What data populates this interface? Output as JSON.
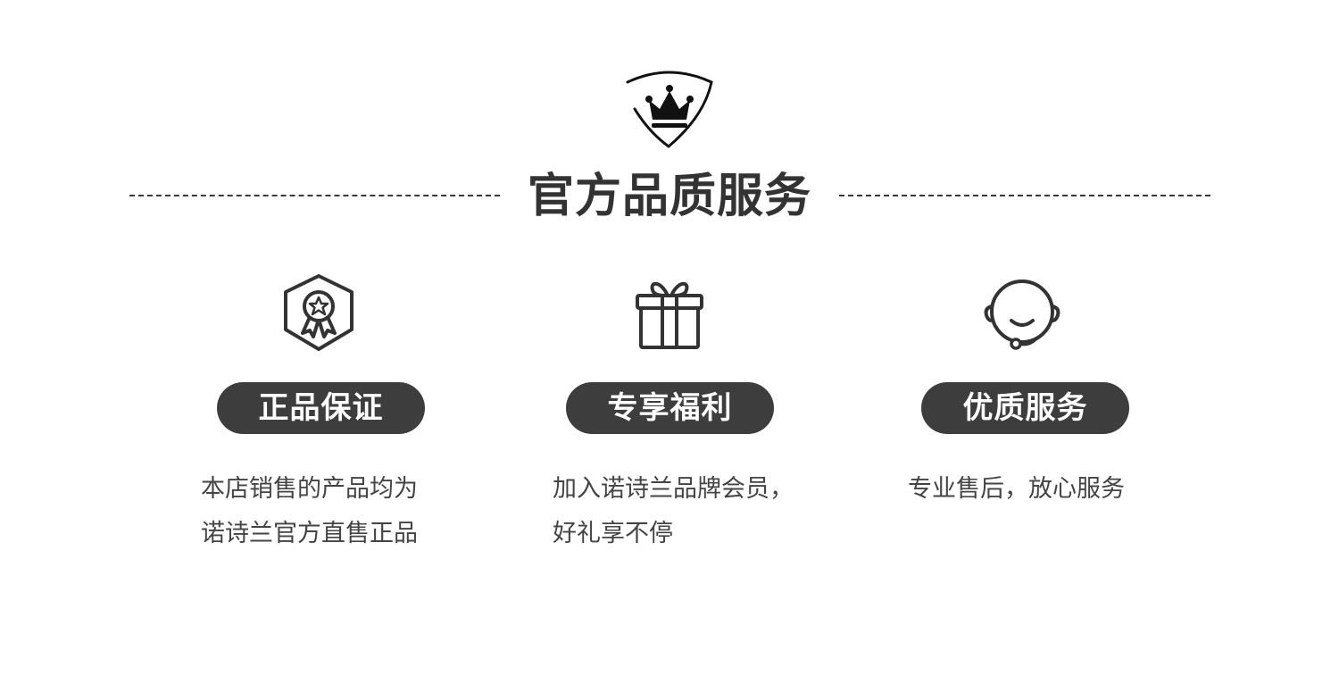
{
  "header": {
    "badge_icon": "crown-shield-icon",
    "title": "官方品质服务"
  },
  "features": [
    {
      "icon": "award-ribbon-icon",
      "label": "正品保证",
      "desc_lines": [
        "本店销售的产品均为",
        "诺诗兰官方直售正品"
      ]
    },
    {
      "icon": "gift-icon",
      "label": "专享福利",
      "desc_lines": [
        "加入诺诗兰品牌会员，",
        "好礼享不停"
      ]
    },
    {
      "icon": "headset-support-icon",
      "label": "优质服务",
      "desc_lines": [
        "专业售后，放心服务"
      ]
    }
  ],
  "colors": {
    "text": "#333333",
    "pill_bg": "#3d3d3d",
    "pill_text": "#ffffff",
    "background": "#ffffff"
  }
}
